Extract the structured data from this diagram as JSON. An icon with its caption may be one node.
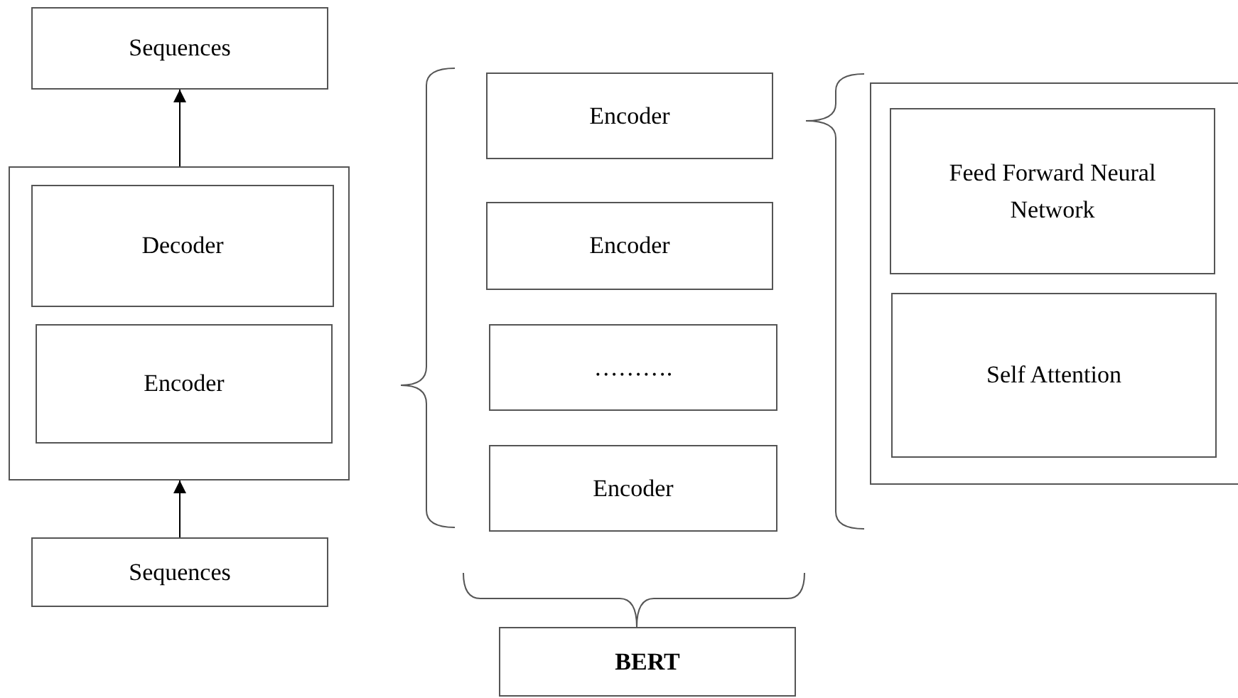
{
  "diagram": {
    "nodes": [
      {
        "text": [
          "Sequences"
        ]
      },
      {
        "text": [],
        "shape": "box"
      },
      {
        "text": [
          "Decoder"
        ],
        "in": 1
      },
      {
        "text": [
          "Encoder"
        ],
        "in": 1
      },
      {
        "text": [
          "Sequences"
        ]
      },
      {
        "text": [
          "Encoder"
        ]
      },
      {
        "text": [
          "Encoder"
        ]
      },
      {
        "text": [
          "………."
        ]
      },
      {
        "text": [
          "Encoder"
        ]
      },
      {
        "text": [],
        "shape": "box"
      },
      {
        "text": [
          "Feed Forward Neural Network"
        ],
        "in": 9
      },
      {
        "text": [
          "Self Attention"
        ],
        "in": 9
      },
      {
        "text": [
          "BERT"
        ]
      }
    ],
    "edges": [
      {
        "from": 1,
        "to": 0,
        "arrow": "to"
      },
      {
        "from": 4,
        "to": 1,
        "arrow": "to"
      }
    ]
  }
}
